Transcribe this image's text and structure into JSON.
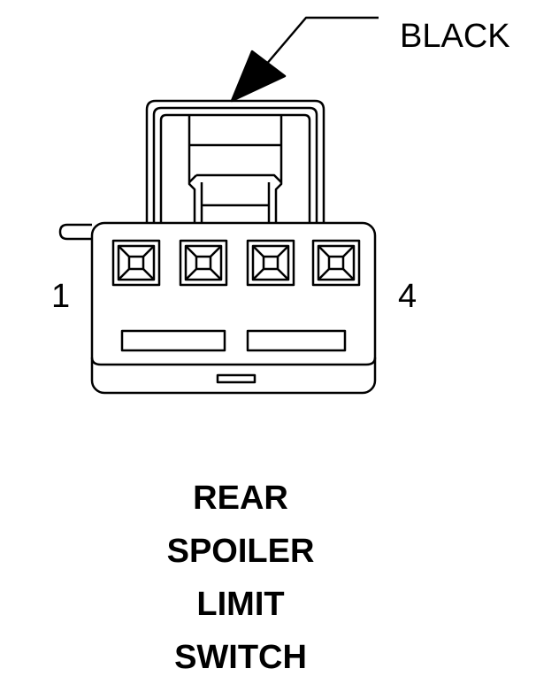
{
  "callout": {
    "label": "BLACK"
  },
  "pins": {
    "first": "1",
    "last": "4"
  },
  "title_lines": [
    "REAR",
    "SPOILER",
    "LIMIT",
    "SWITCH"
  ],
  "colors": {
    "line": "#000000",
    "background": "#ffffff"
  }
}
